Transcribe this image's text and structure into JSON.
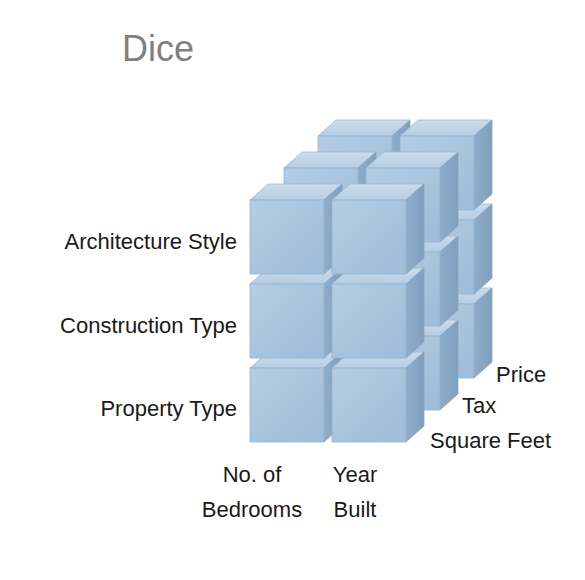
{
  "diagram": {
    "title": "Dice",
    "labels": [
      "Architecture Style",
      "Construction Type",
      "Property Type",
      "No. of Bedrooms",
      "Year Built",
      "Price",
      "Tax",
      "Square Feet"
    ]
  }
}
